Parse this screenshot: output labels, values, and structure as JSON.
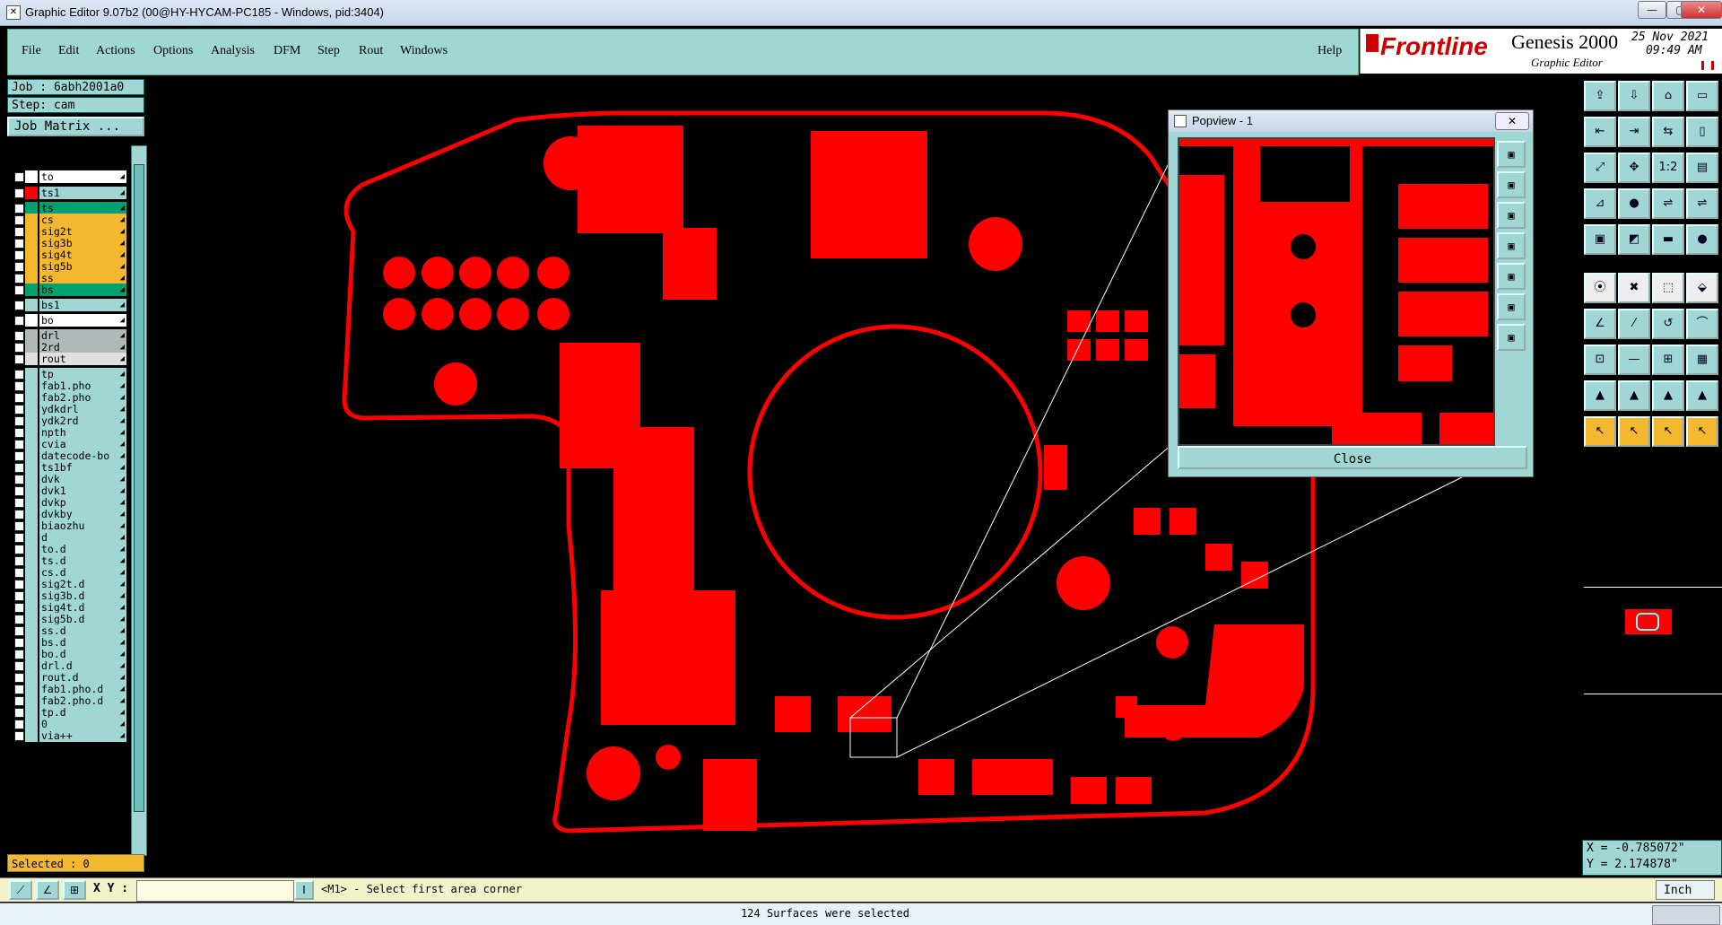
{
  "window": {
    "title": "Graphic Editor 9.07b2 (00@HY-HYCAM-PC185 - Windows, pid:3404)",
    "controls": {
      "minimize": "—",
      "maximize": "▢",
      "close": "✕"
    }
  },
  "menubar": {
    "items": [
      "File",
      "Edit",
      "Actions",
      "Options",
      "Analysis",
      "DFM",
      "Step",
      "Rout",
      "Windows"
    ],
    "help": "Help"
  },
  "brand": {
    "logo": "Frontline",
    "product": "Genesis 2000",
    "subtitle": "Graphic Editor",
    "date": "25 Nov 2021",
    "time": "09:49 AM",
    "accent_color": "#cc0000"
  },
  "job": {
    "job_label": "Job : 6abh2001a0",
    "step_label": "Step: cam",
    "matrix_button": "Job Matrix ...",
    "selected": "Selected : 0"
  },
  "layers": [
    {
      "name": "to",
      "swatch": "#ffffff",
      "color": "#ffffff"
    },
    {
      "name": "ts1",
      "swatch": "#ff0000",
      "color": "#a0d6d4"
    },
    {
      "name": "ts",
      "swatch": "#00a070",
      "color": "#00a070"
    },
    {
      "name": "cs",
      "swatch": "#f4b830",
      "color": "#f4b830"
    },
    {
      "name": "sig2t",
      "swatch": "#f4b830",
      "color": "#f4b830"
    },
    {
      "name": "sig3b",
      "swatch": "#f4b830",
      "color": "#f4b830"
    },
    {
      "name": "sig4t",
      "swatch": "#f4b830",
      "color": "#f4b830"
    },
    {
      "name": "sig5b",
      "swatch": "#f4b830",
      "color": "#f4b830"
    },
    {
      "name": "ss",
      "swatch": "#f4b830",
      "color": "#f4b830"
    },
    {
      "name": "bs",
      "swatch": "#00a070",
      "color": "#00a070"
    },
    {
      "name": "bs1",
      "swatch": "#a0d6d4",
      "color": "#a0d6d4"
    },
    {
      "name": "bo",
      "swatch": "#ffffff",
      "color": "#ffffff"
    },
    {
      "name": "drl",
      "swatch": "#b0b8b8",
      "color": "#b0b8b8"
    },
    {
      "name": "2rd",
      "swatch": "#b0b8b8",
      "color": "#b0b8b8"
    },
    {
      "name": "rout",
      "swatch": "#e0e0e0",
      "color": "#e0e0e0"
    },
    {
      "name": "tp",
      "swatch": "#a0d6d4",
      "color": "#a0d6d4"
    },
    {
      "name": "fab1.pho",
      "swatch": "#a0d6d4",
      "color": "#a0d6d4"
    },
    {
      "name": "fab2.pho",
      "swatch": "#a0d6d4",
      "color": "#a0d6d4"
    },
    {
      "name": "ydkdrl",
      "swatch": "#a0d6d4",
      "color": "#a0d6d4"
    },
    {
      "name": "ydk2rd",
      "swatch": "#a0d6d4",
      "color": "#a0d6d4"
    },
    {
      "name": "npth",
      "swatch": "#a0d6d4",
      "color": "#a0d6d4"
    },
    {
      "name": "cvia",
      "swatch": "#a0d6d4",
      "color": "#a0d6d4"
    },
    {
      "name": "datecode-bo",
      "swatch": "#a0d6d4",
      "color": "#a0d6d4"
    },
    {
      "name": "ts1bf",
      "swatch": "#a0d6d4",
      "color": "#a0d6d4"
    },
    {
      "name": "dvk",
      "swatch": "#a0d6d4",
      "color": "#a0d6d4"
    },
    {
      "name": "dvk1",
      "swatch": "#a0d6d4",
      "color": "#a0d6d4"
    },
    {
      "name": "dvkp",
      "swatch": "#a0d6d4",
      "color": "#a0d6d4"
    },
    {
      "name": "dvkby",
      "swatch": "#a0d6d4",
      "color": "#a0d6d4"
    },
    {
      "name": "biaozhu",
      "swatch": "#a0d6d4",
      "color": "#a0d6d4"
    },
    {
      "name": "d",
      "swatch": "#a0d6d4",
      "color": "#a0d6d4"
    },
    {
      "name": "to.d",
      "swatch": "#a0d6d4",
      "color": "#a0d6d4"
    },
    {
      "name": "ts.d",
      "swatch": "#a0d6d4",
      "color": "#a0d6d4"
    },
    {
      "name": "cs.d",
      "swatch": "#a0d6d4",
      "color": "#a0d6d4"
    },
    {
      "name": "sig2t.d",
      "swatch": "#a0d6d4",
      "color": "#a0d6d4"
    },
    {
      "name": "sig3b.d",
      "swatch": "#a0d6d4",
      "color": "#a0d6d4"
    },
    {
      "name": "sig4t.d",
      "swatch": "#a0d6d4",
      "color": "#a0d6d4"
    },
    {
      "name": "sig5b.d",
      "swatch": "#a0d6d4",
      "color": "#a0d6d4"
    },
    {
      "name": "ss.d",
      "swatch": "#a0d6d4",
      "color": "#a0d6d4"
    },
    {
      "name": "bs.d",
      "swatch": "#a0d6d4",
      "color": "#a0d6d4"
    },
    {
      "name": "bo.d",
      "swatch": "#a0d6d4",
      "color": "#a0d6d4"
    },
    {
      "name": "drl.d",
      "swatch": "#a0d6d4",
      "color": "#a0d6d4"
    },
    {
      "name": "rout.d",
      "swatch": "#a0d6d4",
      "color": "#a0d6d4"
    },
    {
      "name": "fab1.pho.d",
      "swatch": "#a0d6d4",
      "color": "#a0d6d4"
    },
    {
      "name": "fab2.pho.d",
      "swatch": "#a0d6d4",
      "color": "#a0d6d4"
    },
    {
      "name": "tp.d",
      "swatch": "#a0d6d4",
      "color": "#a0d6d4"
    },
    {
      "name": "0",
      "swatch": "#a0d6d4",
      "color": "#a0d6d4"
    },
    {
      "name": "via++",
      "swatch": "#a0d6d4",
      "color": "#a0d6d4"
    }
  ],
  "popview": {
    "title": "Popview - 1",
    "close": "Close",
    "close_icon": "✕"
  },
  "coords": {
    "x": "X = -0.785072\"",
    "y": "Y = 2.174878\""
  },
  "cmd": {
    "xy_label": "X Y :",
    "xy_value": "",
    "prompt": "<M1> - Select first area corner",
    "units": "Inch"
  },
  "status": {
    "message": "124 Surfaces were selected"
  },
  "colors": {
    "feature": "#ff0000",
    "panel": "#a0d6d4"
  }
}
